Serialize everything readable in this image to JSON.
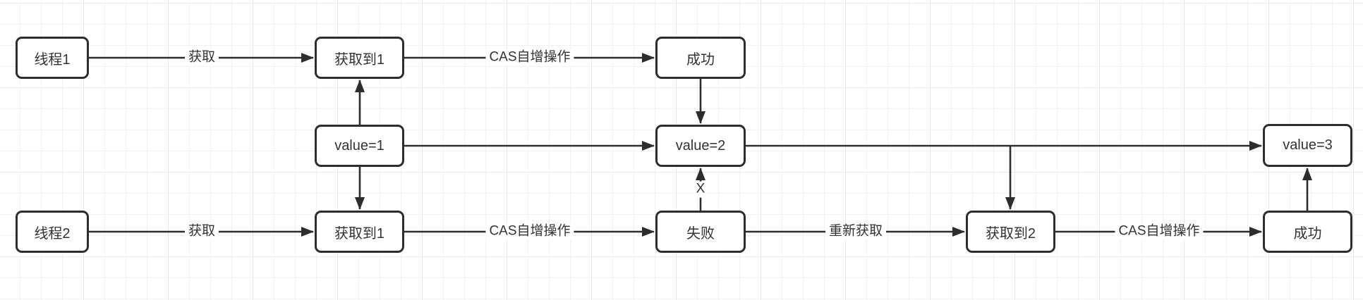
{
  "diagram": {
    "title": "CAS increment two-thread flow",
    "colors": {
      "background": "#ffffff",
      "grid_minor": "#f2f2f5",
      "grid_major": "#e9e9ed",
      "stroke": "#2d2d2d",
      "text": "#333333",
      "node_fill": "#ffffff"
    }
  },
  "nodes": [
    {
      "id": "thread1",
      "label": "线程1"
    },
    {
      "id": "got1-top",
      "label": "获取到1"
    },
    {
      "id": "success-top",
      "label": "成功"
    },
    {
      "id": "value1",
      "label": "value=1"
    },
    {
      "id": "value2",
      "label": "value=2"
    },
    {
      "id": "value3",
      "label": "value=3"
    },
    {
      "id": "thread2",
      "label": "线程2"
    },
    {
      "id": "got1-bottom",
      "label": "获取到1"
    },
    {
      "id": "fail",
      "label": "失败"
    },
    {
      "id": "got2",
      "label": "获取到2"
    },
    {
      "id": "success-bottom",
      "label": "成功"
    }
  ],
  "edges": [
    {
      "from": "thread1",
      "to": "got1-top",
      "label": "获取"
    },
    {
      "from": "got1-top",
      "to": "success-top",
      "label": "CAS自增操作"
    },
    {
      "from": "success-top",
      "to": "value2",
      "label": ""
    },
    {
      "from": "value1",
      "to": "got1-top",
      "label": ""
    },
    {
      "from": "value1",
      "to": "got1-bottom",
      "label": ""
    },
    {
      "from": "value1",
      "to": "value2",
      "label": ""
    },
    {
      "from": "value2",
      "to": "value3",
      "label": ""
    },
    {
      "from": "value2",
      "to": "got2",
      "label": ""
    },
    {
      "from": "fail",
      "to": "value2",
      "label": "X"
    },
    {
      "from": "thread2",
      "to": "got1-bottom",
      "label": "获取"
    },
    {
      "from": "got1-bottom",
      "to": "fail",
      "label": "CAS自增操作"
    },
    {
      "from": "fail",
      "to": "got2",
      "label": "重新获取"
    },
    {
      "from": "got2",
      "to": "success-bottom",
      "label": "CAS自增操作"
    },
    {
      "from": "success-bottom",
      "to": "value3",
      "label": ""
    }
  ]
}
